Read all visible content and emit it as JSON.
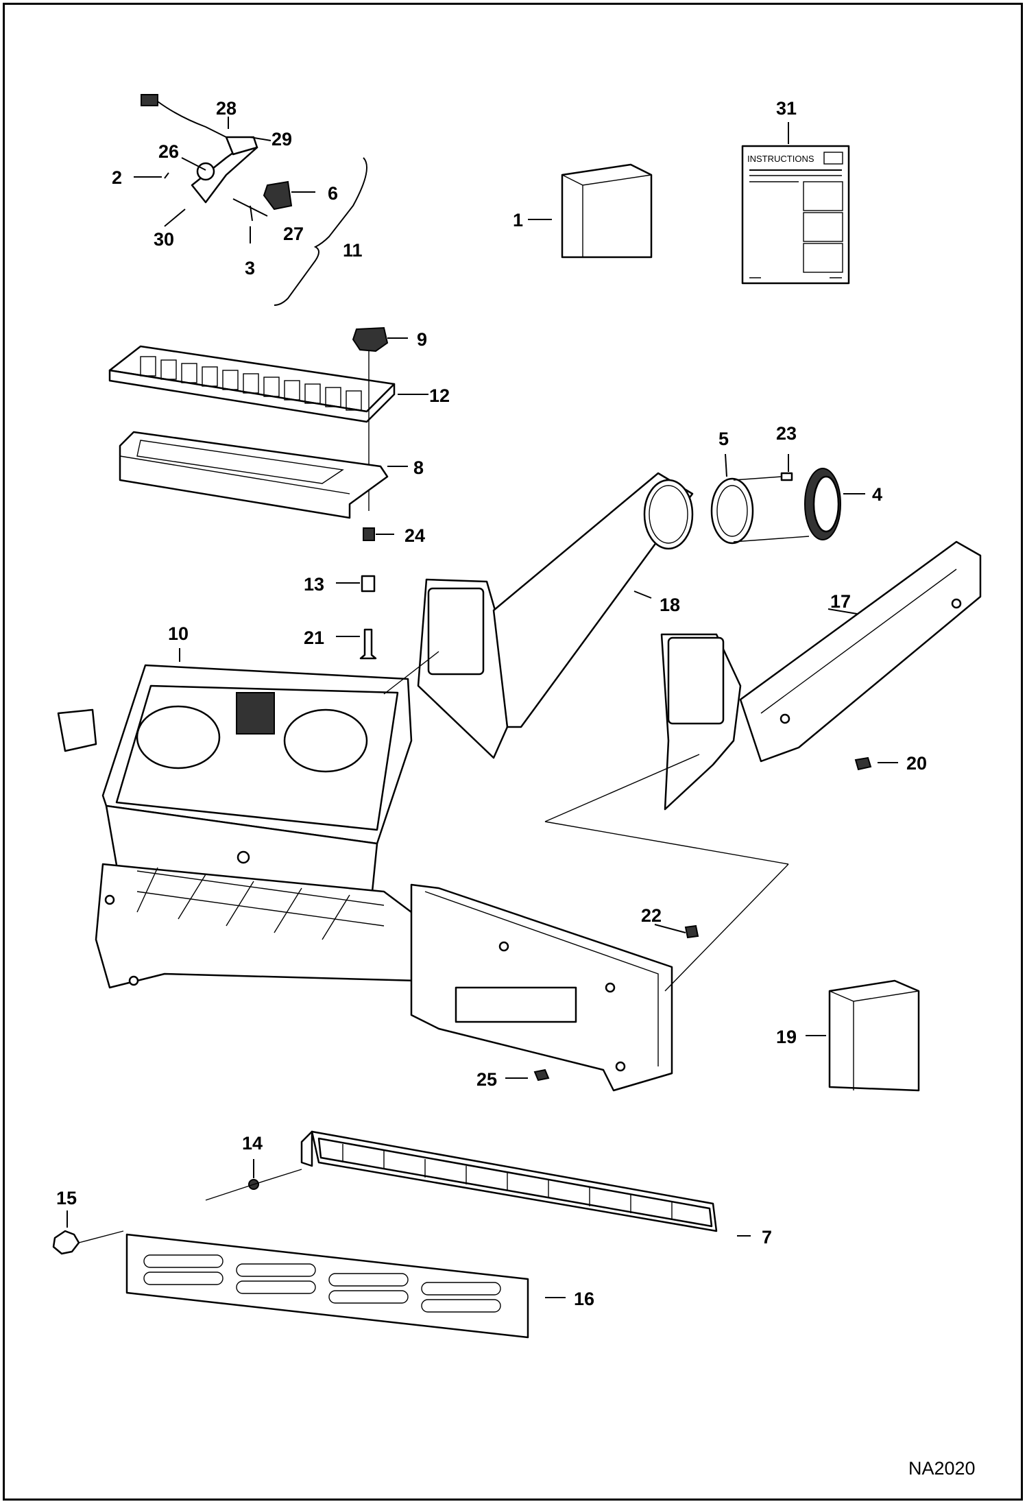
{
  "diagram_code": "NA2020",
  "instructions_label": "INSTRUCTIONS",
  "callouts": [
    "1",
    "2",
    "3",
    "4",
    "5",
    "6",
    "7",
    "8",
    "9",
    "10",
    "11",
    "12",
    "13",
    "14",
    "15",
    "16",
    "17",
    "18",
    "19",
    "20",
    "21",
    "22",
    "23",
    "24",
    "25",
    "26",
    "27",
    "28",
    "29",
    "30",
    "31"
  ]
}
